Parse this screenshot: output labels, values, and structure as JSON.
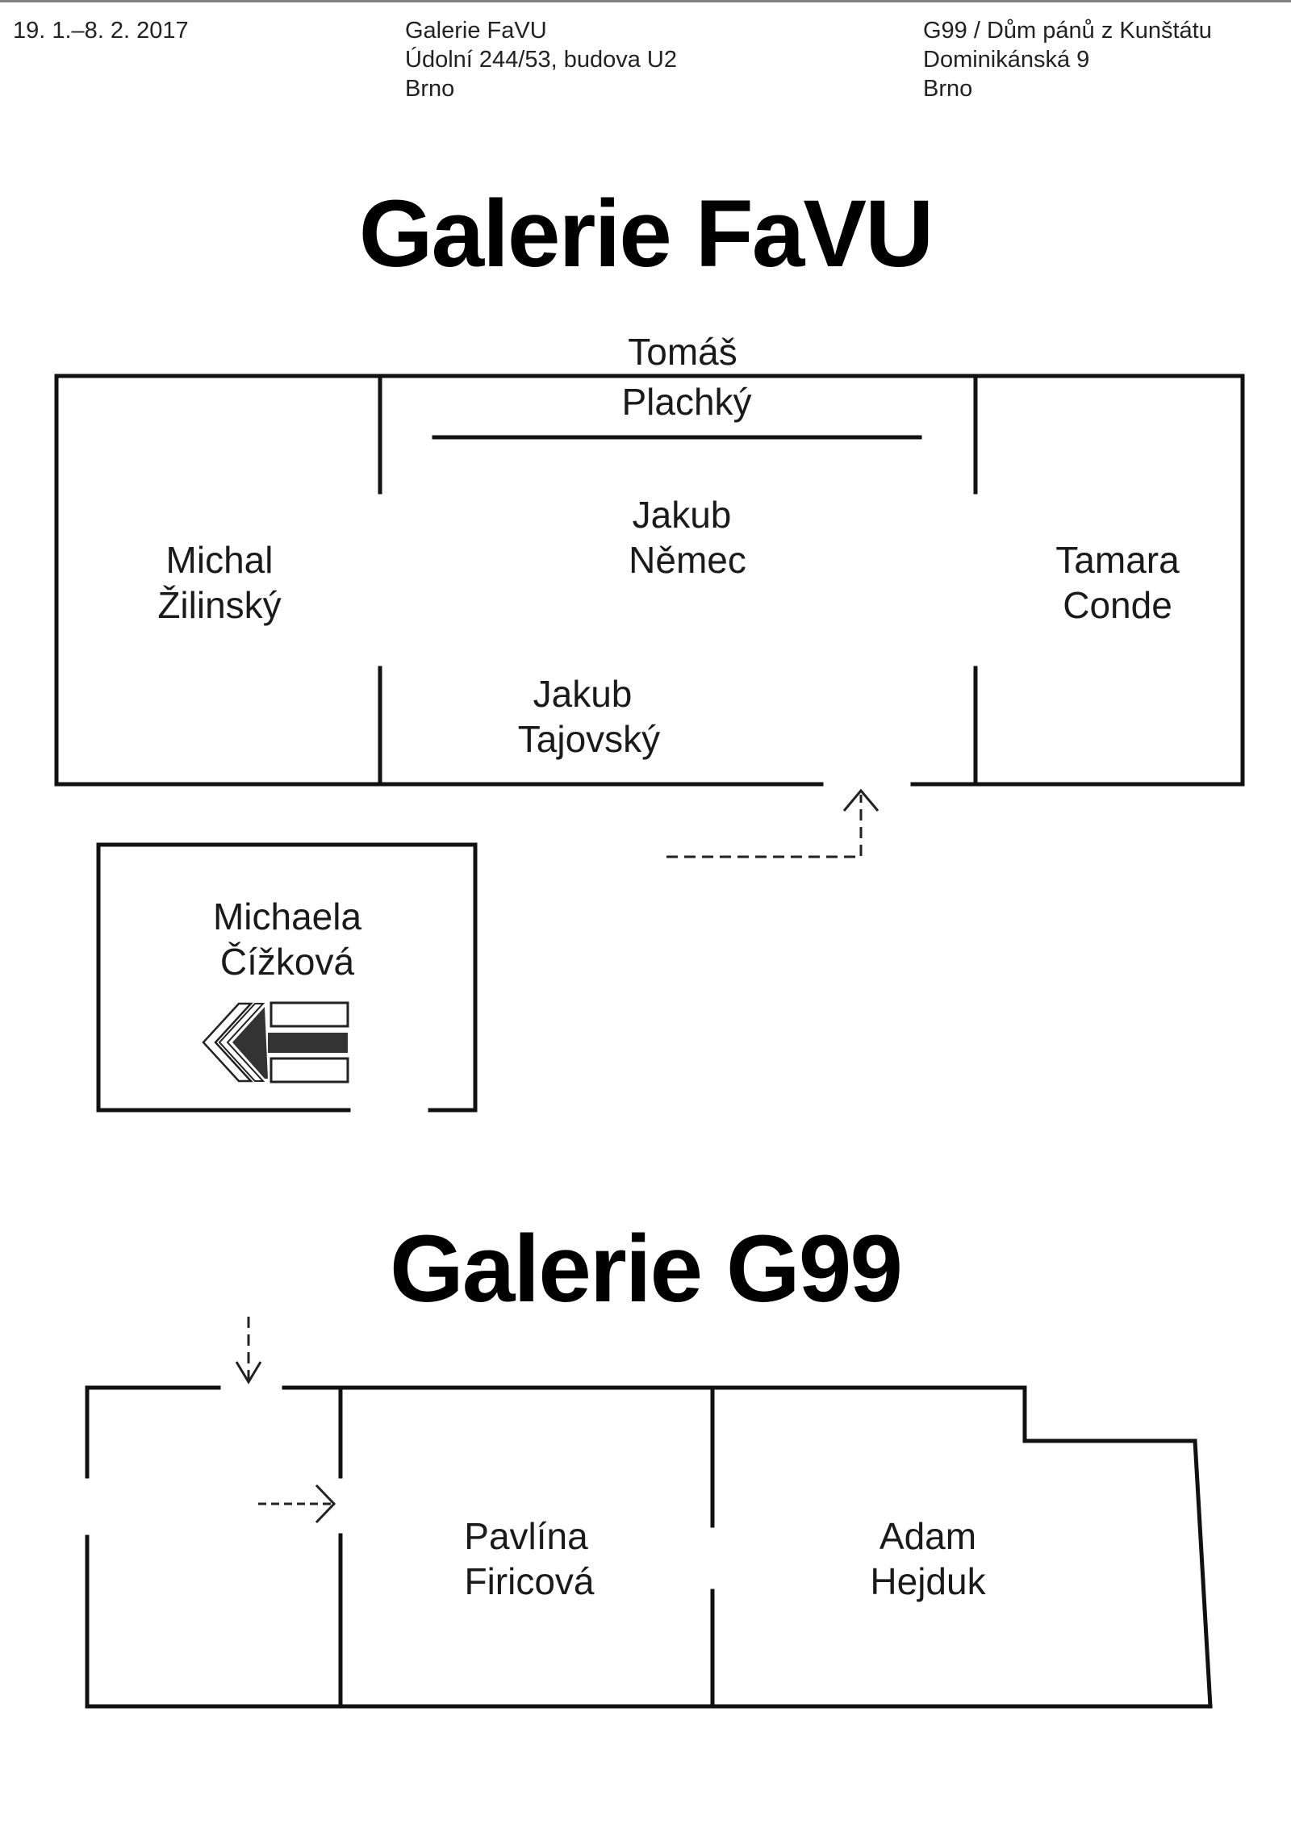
{
  "header": {
    "dates": "19. 1.–8. 2. 2017",
    "venue1": {
      "name": "Galerie FaVU",
      "address": "Údolní 244/53, budova U2",
      "city": "Brno"
    },
    "venue2": {
      "name": "G99 / Dům pánů z Kunštátu",
      "address": "Dominikánská 9",
      "city": "Brno"
    }
  },
  "favu": {
    "title": "Galerie FaVU",
    "rooms": {
      "top": [
        "Tomáš",
        "Plachký"
      ],
      "center": [
        "Jakub",
        "Němec"
      ],
      "left": [
        "Michal",
        "Žilinský"
      ],
      "right": [
        "Tamara",
        "Conde"
      ],
      "bottom": [
        "Jakub",
        "Tajovský"
      ],
      "annex": [
        "Michaela",
        "Čížková"
      ]
    }
  },
  "g99": {
    "title": "Galerie G99",
    "rooms": {
      "middle": [
        "Pavlína",
        "Firicová"
      ],
      "right": [
        "Adam",
        "Hejduk"
      ]
    }
  },
  "icons": {
    "entrance_arrow": "dashed-arrow",
    "direction_arrow": "left-arrow"
  }
}
